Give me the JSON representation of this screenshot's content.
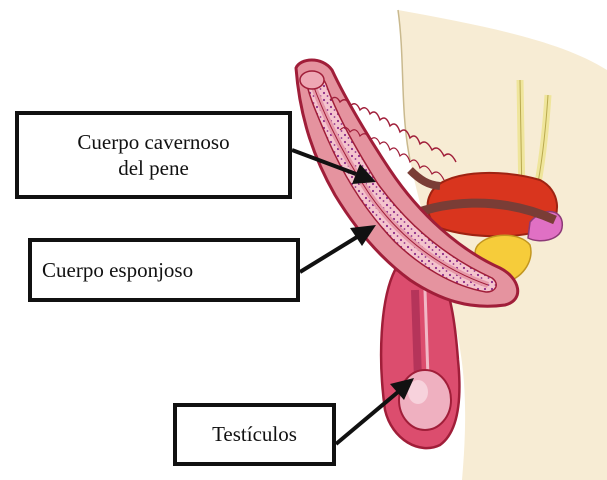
{
  "labels": {
    "cuerpo_cavernoso": "Cuerpo cavernoso\ndel pene",
    "cuerpo_esponjoso": "Cuerpo esponjoso",
    "testiculos": "Testículos"
  },
  "colors": {
    "skin": "#f7ecd4",
    "outline": "#a01e39",
    "penis_pink": "#e5939f",
    "penis_light": "#f4c4cd",
    "spongy_dots": "#8e2e8a",
    "scrotum": "#dc4d6e",
    "testis": "#efb0c0",
    "bladder": "#d9351e",
    "prostate": "#f6cc3a",
    "seminal_vesicle": "#e070c4",
    "duct": "#7a3d36",
    "ureter": "#efe59b",
    "arrow": "#111111"
  }
}
